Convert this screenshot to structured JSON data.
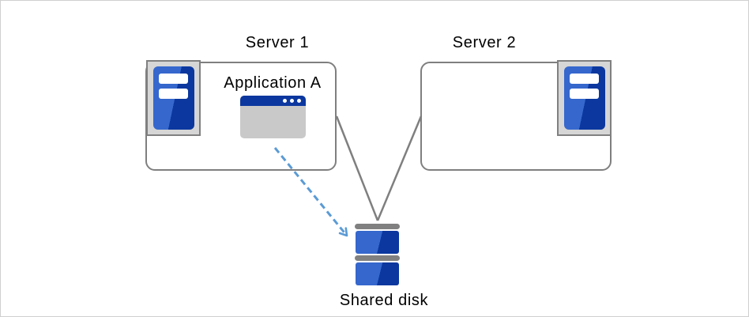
{
  "diagram": {
    "title": "",
    "nodes": {
      "server1": {
        "label": "Server 1",
        "icon": "server-tower-icon",
        "application": {
          "label": "Application A",
          "icon": "app-window-icon"
        }
      },
      "server2": {
        "label": "Server 2",
        "icon": "server-tower-icon"
      },
      "shared_disk": {
        "label": "Shared disk",
        "icon": "disk-stack-icon"
      }
    },
    "edges": [
      {
        "from": "server1",
        "to": "shared_disk",
        "style": "solid-gray-line"
      },
      {
        "from": "server2",
        "to": "shared_disk",
        "style": "solid-gray-line"
      },
      {
        "from": "application_a",
        "to": "shared_disk",
        "style": "dashed-blue-arrow"
      }
    ],
    "colors": {
      "box_border_gray": "#7f7f7f",
      "connector_gray": "#7f7f7f",
      "icon_frame_gray": "#d6d6d6",
      "icon_frame_border": "#808080",
      "icon_blue_light": "#3567cd",
      "icon_blue_dark": "#0b379f",
      "window_titlebar_blue": "#0b379f",
      "window_body_gray": "#c9c9c9",
      "disk_bar_gray": "#808080",
      "arrow_dashed_blue": "#5b9bd5",
      "canvas_border": "#d0d0d0"
    }
  }
}
